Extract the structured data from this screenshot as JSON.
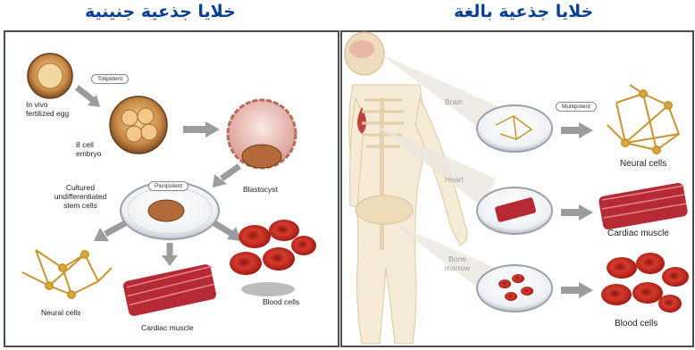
{
  "headings": {
    "embryonic": "خلايا جذعية جنينية",
    "adult": "خلايا جذعية بالغة"
  },
  "left_panel": {
    "totipotent_tag": "Totipotent",
    "egg_label": "In vivo\nfertilized egg",
    "embryo_label": "8 cell\nembryo",
    "blastocyst_label": "Blastocyst",
    "cultured_label": "Cultured\nundifferentiated\nstem cells",
    "pluripotent_tag": "Pluripotent",
    "neural_label": "Neural cells",
    "cardiac_label": "Cardiac muscle",
    "blood_label": "Blood cells"
  },
  "right_panel": {
    "brain_label": "Brain",
    "heart_label": "Heart",
    "marrow_label": "Bone\nmarrow",
    "multipotent_tag": "Multipotent",
    "neural_label": "Neural cells",
    "cardiac_label": "Cardiac muscle",
    "blood_label": "Blood cells"
  },
  "colors": {
    "heading": "#0b3f93",
    "panel_border": "#4a4f56",
    "arrow": "#9c9c9c",
    "blood": "#c8281f",
    "muscle": "#b52a35",
    "neural": "#d8a93a"
  }
}
